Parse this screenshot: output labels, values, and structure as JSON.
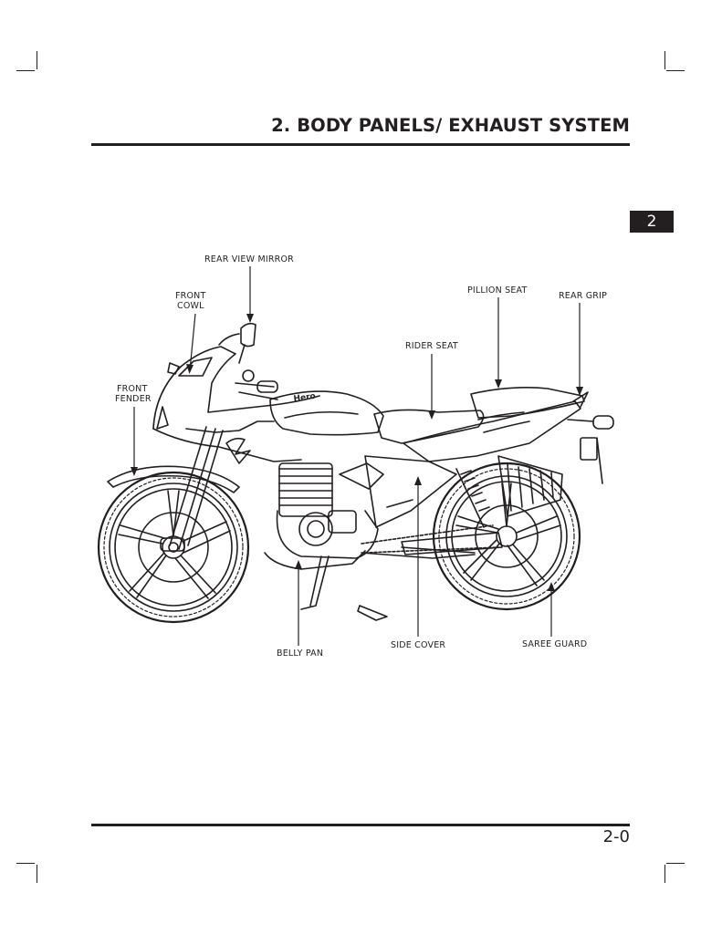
{
  "header": {
    "title": "2. BODY PANELS/ EXHAUST SYSTEM"
  },
  "chapter_tab": "2",
  "figure": {
    "brand_text": "Hero",
    "callouts": {
      "rear_view_mirror": "REAR VIEW MIRROR",
      "front_cowl_1": "FRONT",
      "front_cowl_2": "COWL",
      "front_fender_1": "FRONT",
      "front_fender_2": "FENDER",
      "pillion_seat": "PILLION SEAT",
      "rear_grip": "REAR GRIP",
      "rider_seat": "RIDER SEAT",
      "belly_pan": "BELLY PAN",
      "side_cover": "SIDE COVER",
      "saree_guard": "SAREE GUARD"
    }
  },
  "footer": {
    "page_number": "2-0"
  }
}
